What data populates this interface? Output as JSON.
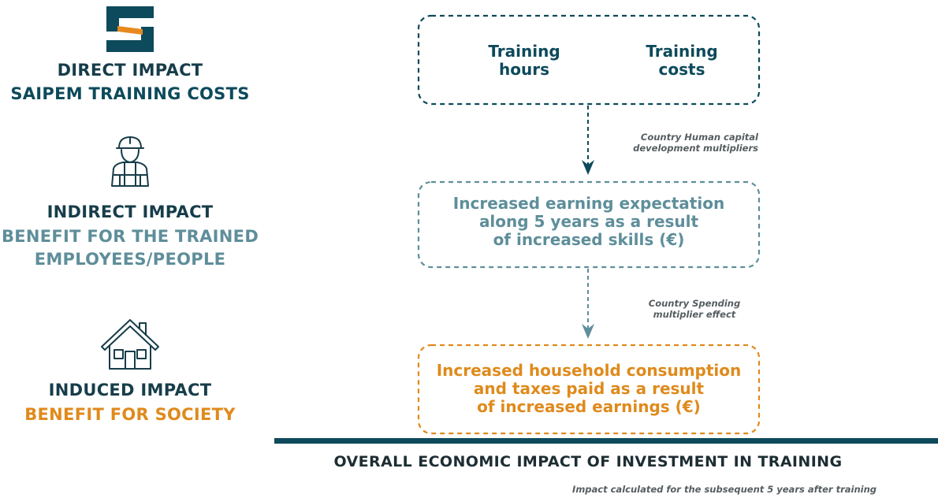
{
  "left": {
    "direct": {
      "title": "DIRECT IMPACT",
      "subtitle": "SAIPEM TRAINING COSTS",
      "icon": "saipem-logo-icon"
    },
    "indirect": {
      "title": "INDIRECT IMPACT",
      "subtitle_line1": "BENEFIT FOR THE TRAINED",
      "subtitle_line2": "EMPLOYEES/PEOPLE",
      "icon": "worker-icon"
    },
    "induced": {
      "title": "INDUCED IMPACT",
      "subtitle": "BENEFIT FOR SOCIETY",
      "icon": "house-icon"
    }
  },
  "flow": {
    "box1": {
      "item1_line1": "Training",
      "item1_line2": "hours",
      "item2_line1": "Training",
      "item2_line2": "costs"
    },
    "note1": {
      "line1": "Country Human capital",
      "line2": "development multipliers"
    },
    "box2": {
      "line1": "Increased earning expectation",
      "line2": "along 5 years as a result",
      "line3": "of increased skills (€)"
    },
    "note2": {
      "line1": "Country Spending",
      "line2": "multiplier effect"
    },
    "box3": {
      "line1": "Increased household consumption",
      "line2": "and taxes paid as a result",
      "line3": "of increased earnings (€)"
    }
  },
  "footer": {
    "title": "OVERALL ECONOMIC IMPACT OF INVESTMENT IN TRAINING",
    "note": "Impact calculated for the subsequent 5 years after training"
  },
  "colors": {
    "dark": "#0d4a5b",
    "teal": "#5e8e9a",
    "orange": "#df8a1c"
  }
}
